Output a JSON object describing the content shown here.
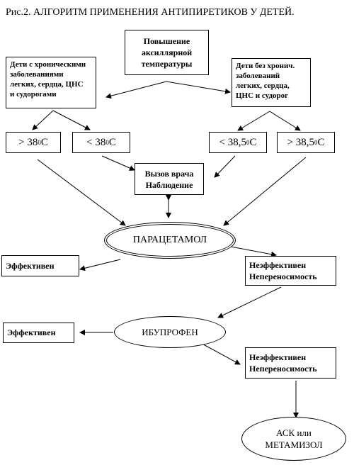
{
  "title": "Рис.2. АЛГОРИТМ ПРИМЕНЕНИЯ АНТИПИРЕТИКОВ У ДЕТЕЙ.",
  "nodes": {
    "top": "Повышение\nаксиллярной\nтемпературы",
    "chronic": "Дети с хроническими заболеваниями\nлегких, сердца, ЦНС\nи судорогами",
    "no_chronic": "Дети без хронич.\nзаболеваний\nлегких, сердца,\nЦНС и судорог",
    "t1": {
      "prefix": "> 38",
      "sup": "0",
      "suffix": "C"
    },
    "t2": {
      "prefix": "< 38",
      "sup": "0",
      "suffix": "C"
    },
    "t3": {
      "prefix": "< 38,5",
      "sup": "0",
      "suffix": "C"
    },
    "t4": {
      "prefix": "> 38,5",
      "sup": "0",
      "suffix": "C"
    },
    "doctor": "Вызов врача\nНаблюдение",
    "paracetamol": "ПАРАЦЕТАМОЛ",
    "effective_1": "Эффективен",
    "ineffective_1": "Неэффективен\nНепереносимость",
    "effective_2": "Эффективен",
    "ibuprofen": "ИБУПРОФЕН",
    "ineffective_2": "Неэффективен\nНепереносимость",
    "final": "АСК или\nМЕТАМИЗОЛ"
  }
}
